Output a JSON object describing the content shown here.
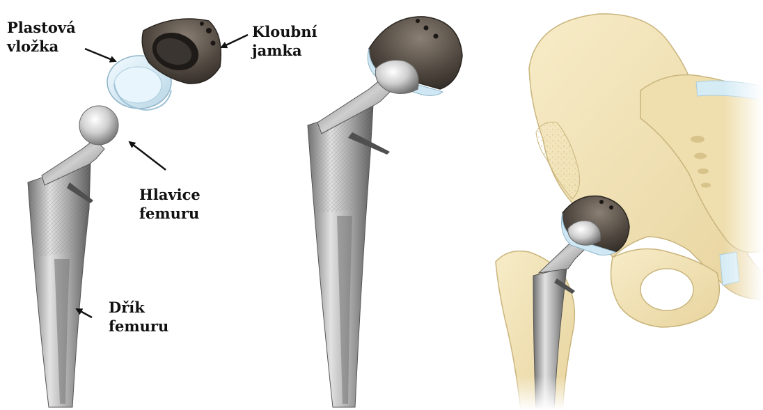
{
  "labels": {
    "liner": {
      "line1": "Plastová",
      "line2": "vložka"
    },
    "cup": {
      "line1": "Kloubní",
      "line2": "jamka"
    },
    "head": {
      "line1": "Hlavice",
      "line2": "femuru"
    },
    "stem": {
      "line1": "Dřík",
      "line2": "femuru"
    }
  },
  "colors": {
    "metal_light": "#e6e6e6",
    "metal_mid": "#9a9a9a",
    "metal_dark": "#4a4a4a",
    "cup_bronze": "#5a5147",
    "liner_blue": "#d8ecf6",
    "bone": "#f3e6c0",
    "bone_shade": "#e2cf98",
    "cartilage": "#d6ecf5",
    "arrow": "#111111"
  }
}
